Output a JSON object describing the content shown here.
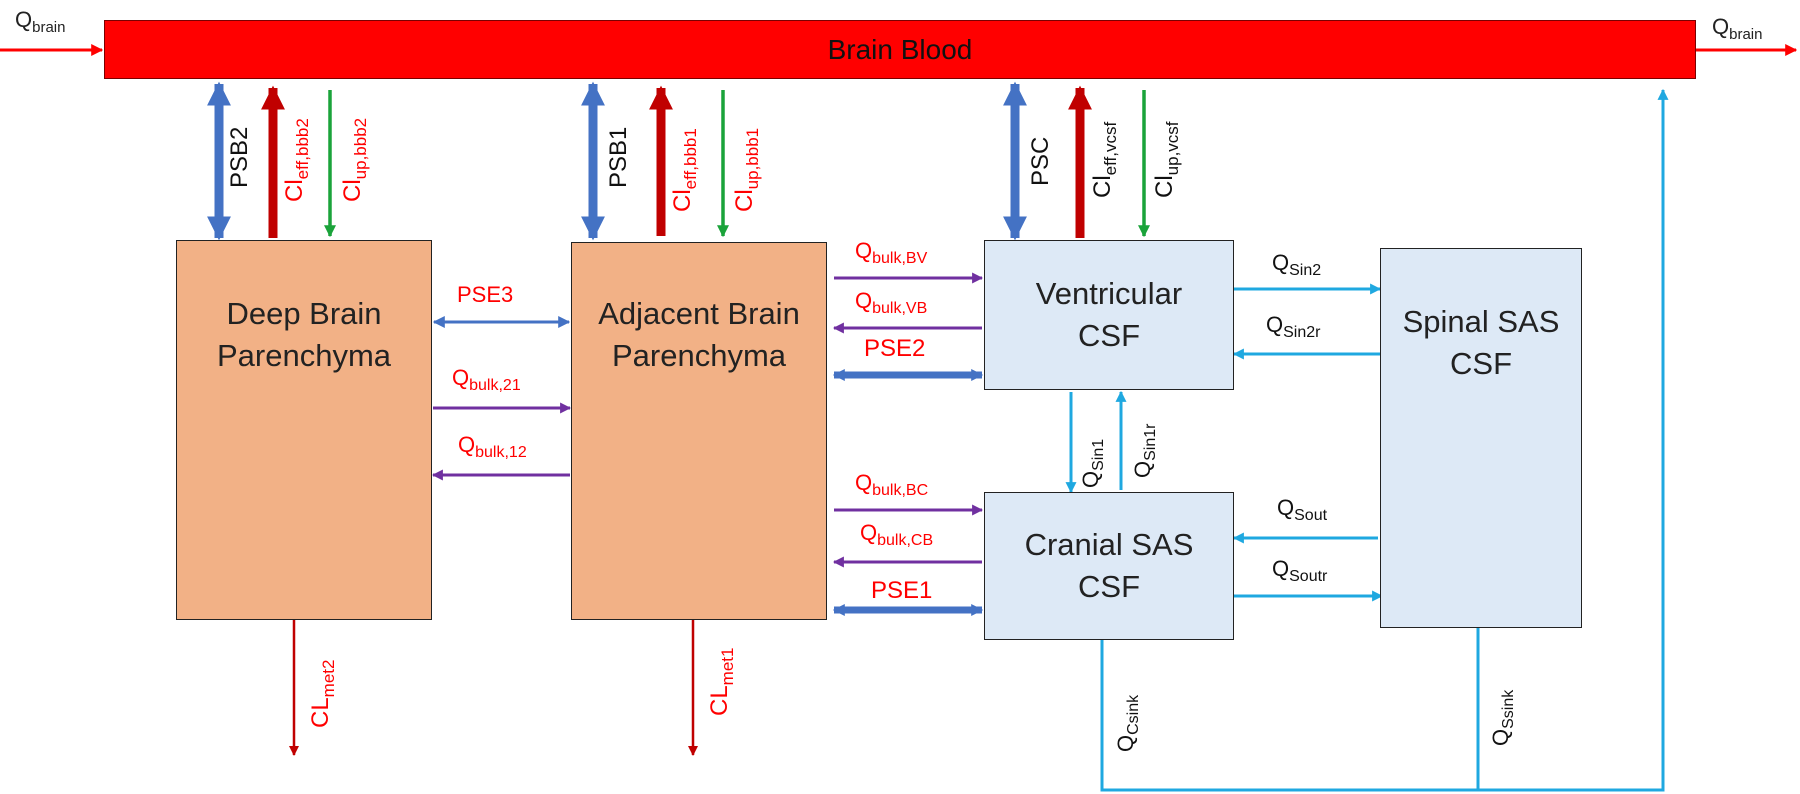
{
  "compartments": {
    "brain_blood": "Brain Blood",
    "deep_brain": [
      "Deep Brain",
      "Parenchyma"
    ],
    "adjacent_brain": [
      "Adjacent Brain",
      "Parenchyma"
    ],
    "ventricular": [
      "Ventricular",
      "CSF"
    ],
    "cranial_sas": [
      "Cranial SAS",
      "CSF"
    ],
    "spinal_sas": [
      "Spinal SAS",
      "CSF"
    ]
  },
  "flows": {
    "q_brain_in": {
      "main": "Q",
      "sub": "brain"
    },
    "q_brain_out": {
      "main": "Q",
      "sub": "brain"
    },
    "psb2": "PSB2",
    "cl_eff_bbb2": {
      "main": "Cl",
      "sub": "eff,bbb2"
    },
    "cl_up_bbb2": {
      "main": "Cl",
      "sub": "up,bbb2"
    },
    "psb1": "PSB1",
    "cl_eff_bbb1": {
      "main": "Cl",
      "sub": "eff,bbb1"
    },
    "cl_up_bbb1": {
      "main": "Cl",
      "sub": "up,bbb1"
    },
    "psc": "PSC",
    "cl_eff_vcsf": {
      "main": "Cl",
      "sub": "eff,vcsf"
    },
    "cl_up_vcsf": {
      "main": "Cl",
      "sub": "up,vcsf"
    },
    "pse3": "PSE3",
    "q_bulk_21": {
      "main": "Q",
      "sub": "bulk,21"
    },
    "q_bulk_12": {
      "main": "Q",
      "sub": "bulk,12"
    },
    "q_bulk_bv": {
      "main": "Q",
      "sub": "bulk,BV"
    },
    "q_bulk_vb": {
      "main": "Q",
      "sub": "bulk,VB"
    },
    "pse2": "PSE2",
    "q_bulk_bc": {
      "main": "Q",
      "sub": "bulk,BC"
    },
    "q_bulk_cb": {
      "main": "Q",
      "sub": "bulk,CB"
    },
    "pse1": "PSE1",
    "q_sin2": {
      "main": "Q",
      "sub": "Sin2"
    },
    "q_sin2r": {
      "main": "Q",
      "sub": "Sin2r"
    },
    "q_sin1": {
      "main": "Q",
      "sub": "Sin1"
    },
    "q_sin1r": {
      "main": "Q",
      "sub": "Sin1r"
    },
    "q_sout": {
      "main": "Q",
      "sub": "Sout"
    },
    "q_soutr": {
      "main": "Q",
      "sub": "Soutr"
    },
    "q_csink": {
      "main": "Q",
      "sub": "Csink"
    },
    "q_ssink": {
      "main": "Q",
      "sub": "Ssink"
    },
    "cl_met2": {
      "main": "CL",
      "sub": "met2"
    },
    "cl_met1": {
      "main": "CL",
      "sub": "met1"
    }
  },
  "colors": {
    "blood": "#ff0000",
    "parenchyma": "#f2b186",
    "csf": "#dde9f6",
    "perm_blue": "#4472c4",
    "efflux_darkred": "#c00000",
    "uptake_green": "#1aa33a",
    "bulk_purple": "#7030a0",
    "csf_flow_cyan": "#1fa8e0",
    "label_red": "#ff0000"
  }
}
